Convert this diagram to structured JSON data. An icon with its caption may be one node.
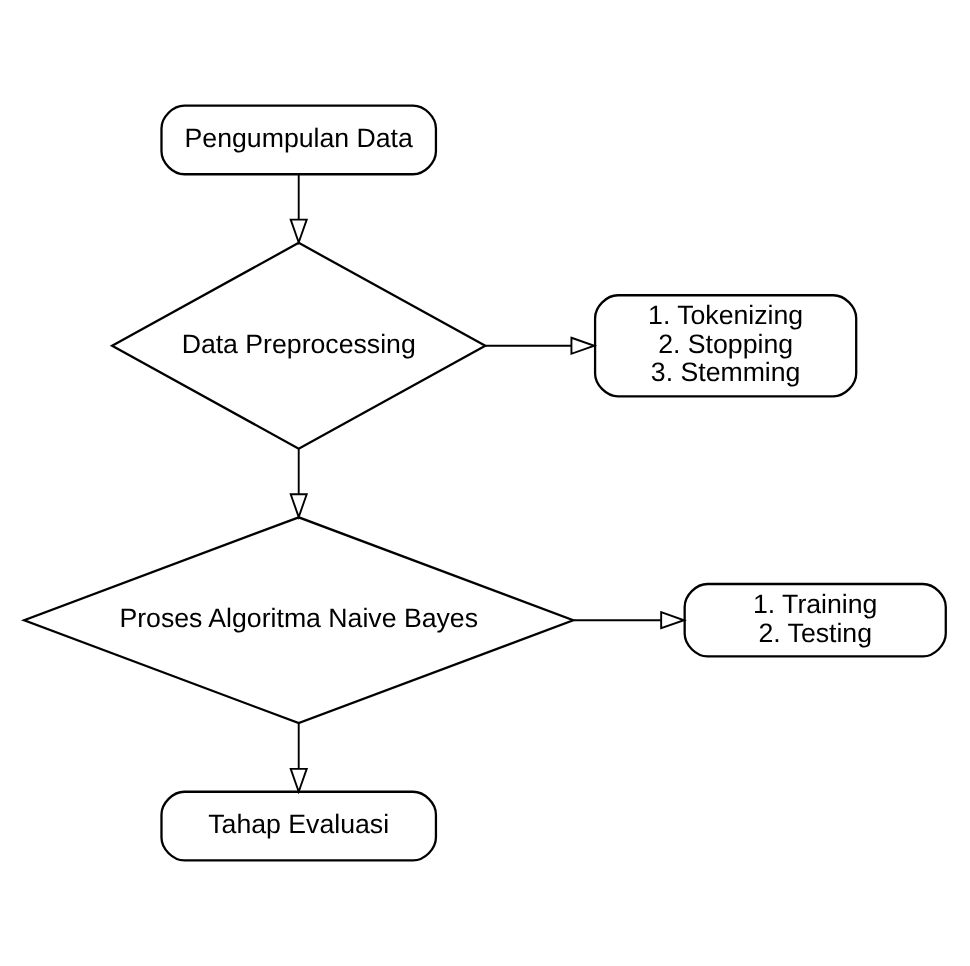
{
  "diagram": {
    "nodes": [
      {
        "text": [
          "Pengumpulan Data"
        ]
      },
      {
        "text": [
          "Data Preprocessing"
        ]
      },
      {
        "text": [
          "1. Tokenizing",
          "2. Stopping",
          "3. Stemming"
        ]
      },
      {
        "text": [
          "Proses Algoritma Naive Bayes"
        ]
      },
      {
        "text": [
          "1. Training",
          "2. Testing"
        ]
      },
      {
        "text": [
          "Tahap Evaluasi"
        ]
      }
    ],
    "edges": [
      {
        "from": 0,
        "to": 1,
        "arrow": "to"
      },
      {
        "from": 1,
        "to": 2,
        "arrow": "to"
      },
      {
        "from": 1,
        "to": 3,
        "arrow": "to"
      },
      {
        "from": 3,
        "to": 4,
        "arrow": "to"
      },
      {
        "from": 3,
        "to": 5,
        "arrow": "to"
      }
    ]
  }
}
